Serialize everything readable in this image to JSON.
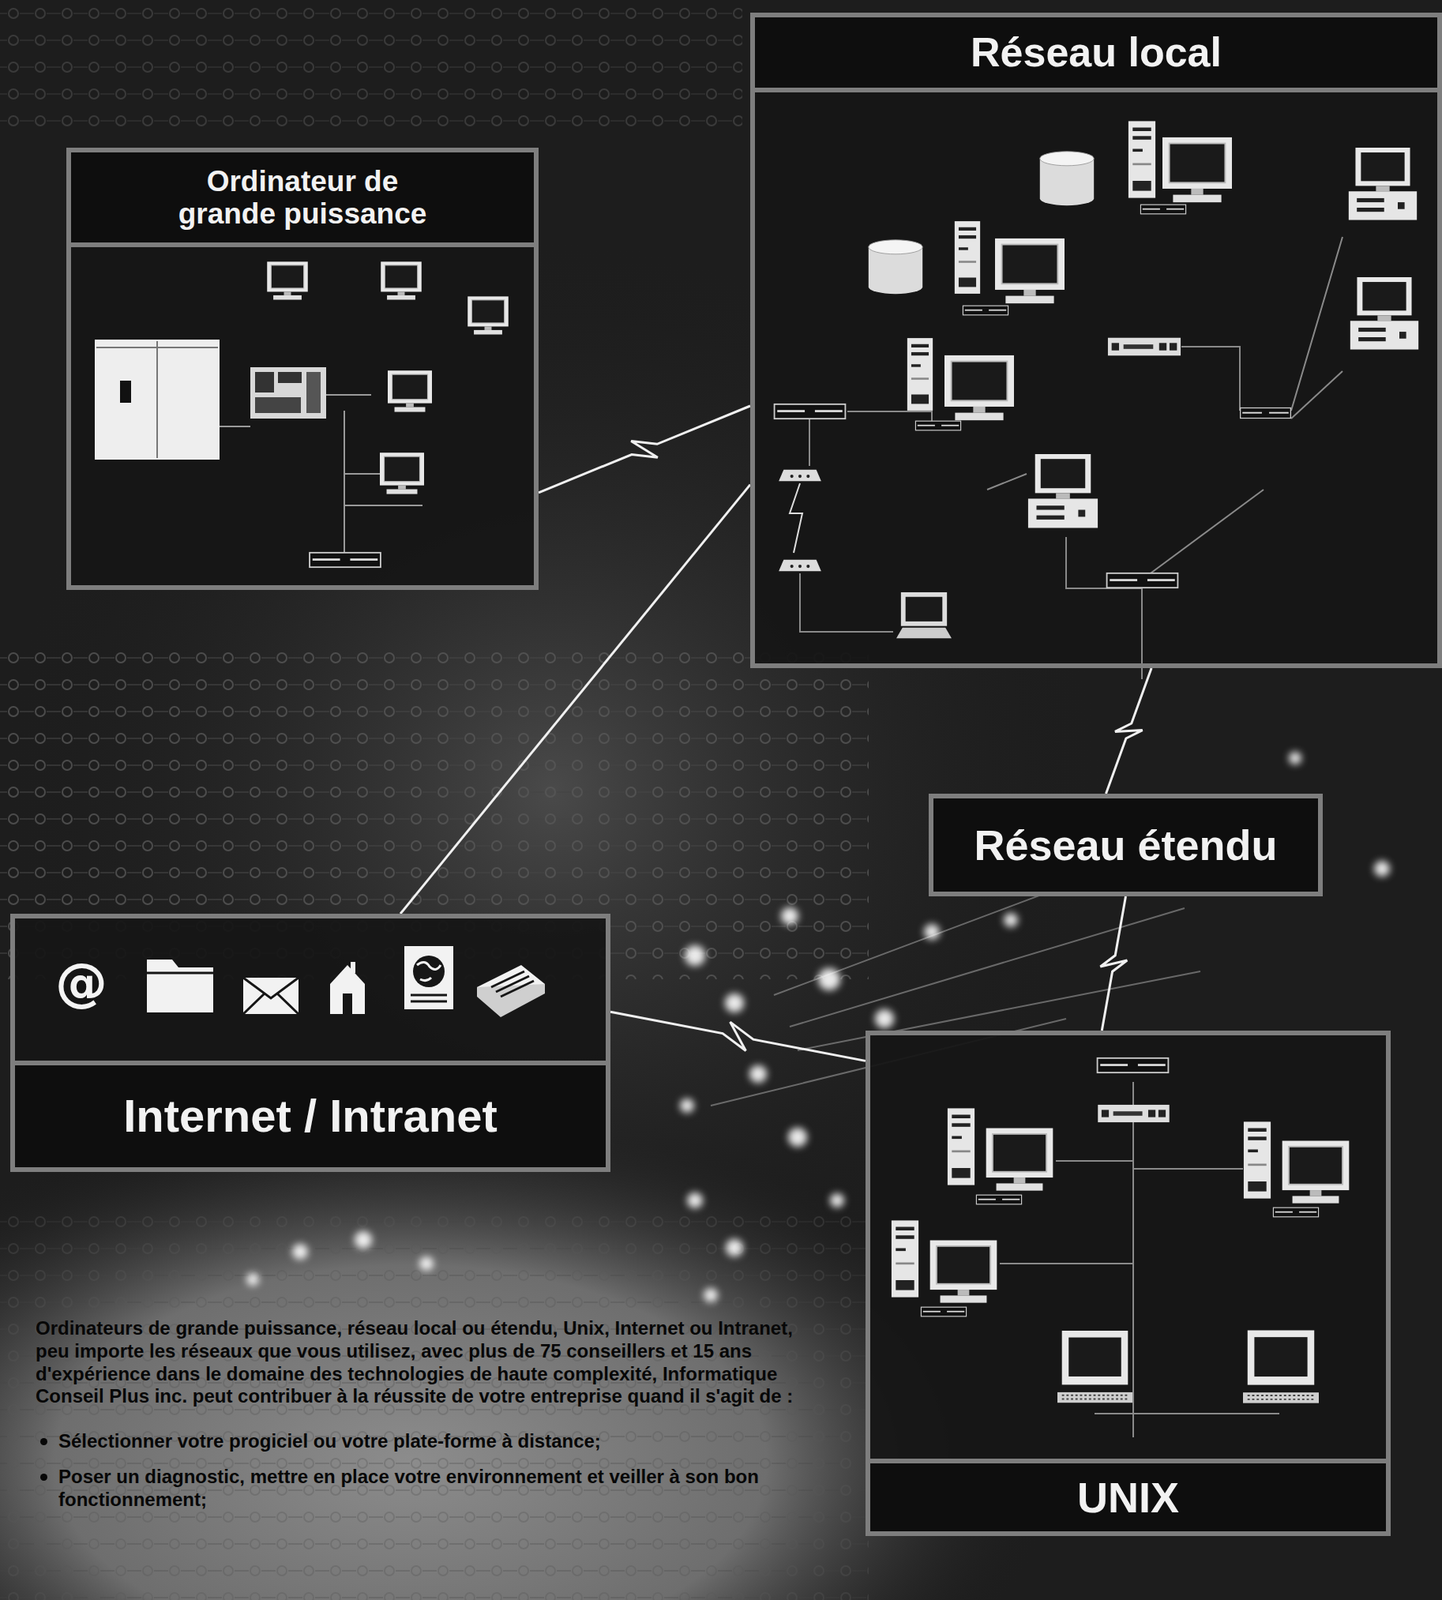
{
  "diagram": {
    "nodes": [
      {
        "text": [
          "Ordinateur de grande puissance"
        ]
      },
      {
        "text": [
          "Réseau local"
        ]
      },
      {
        "text": [
          "Réseau étendu"
        ]
      },
      {
        "text": [
          "Internet / Intranet"
        ]
      },
      {
        "text": [
          "UNIX"
        ]
      }
    ],
    "edges": [
      {
        "from": 0,
        "to": 1,
        "arrow": "none"
      },
      {
        "from": 3,
        "to": 1,
        "arrow": "none"
      },
      {
        "from": 1,
        "to": 2,
        "arrow": "none"
      },
      {
        "from": 2,
        "to": 4,
        "arrow": "none"
      },
      {
        "from": 3,
        "to": 4,
        "arrow": "none"
      }
    ],
    "labels": [
      "@",
      "Ordinateurs de grande puissance, réseau local ou étendu, Unix, Internet ou Intranet, peu importe les réseaux que vous utilisez, avec plus de 75 conseillers et 15 ans d'expérience dans le domaine des technologies de haute complexité, Informatique Conseil Plus inc. peut contribuer à la réussite de votre entreprise quand il s'agit de :",
      "Sélectionner votre progiciel ou votre plate-forme à distance;",
      "Poser un diagnostic, mettre en place votre environnement et veiller à son bon fonctionnement;"
    ]
  }
}
